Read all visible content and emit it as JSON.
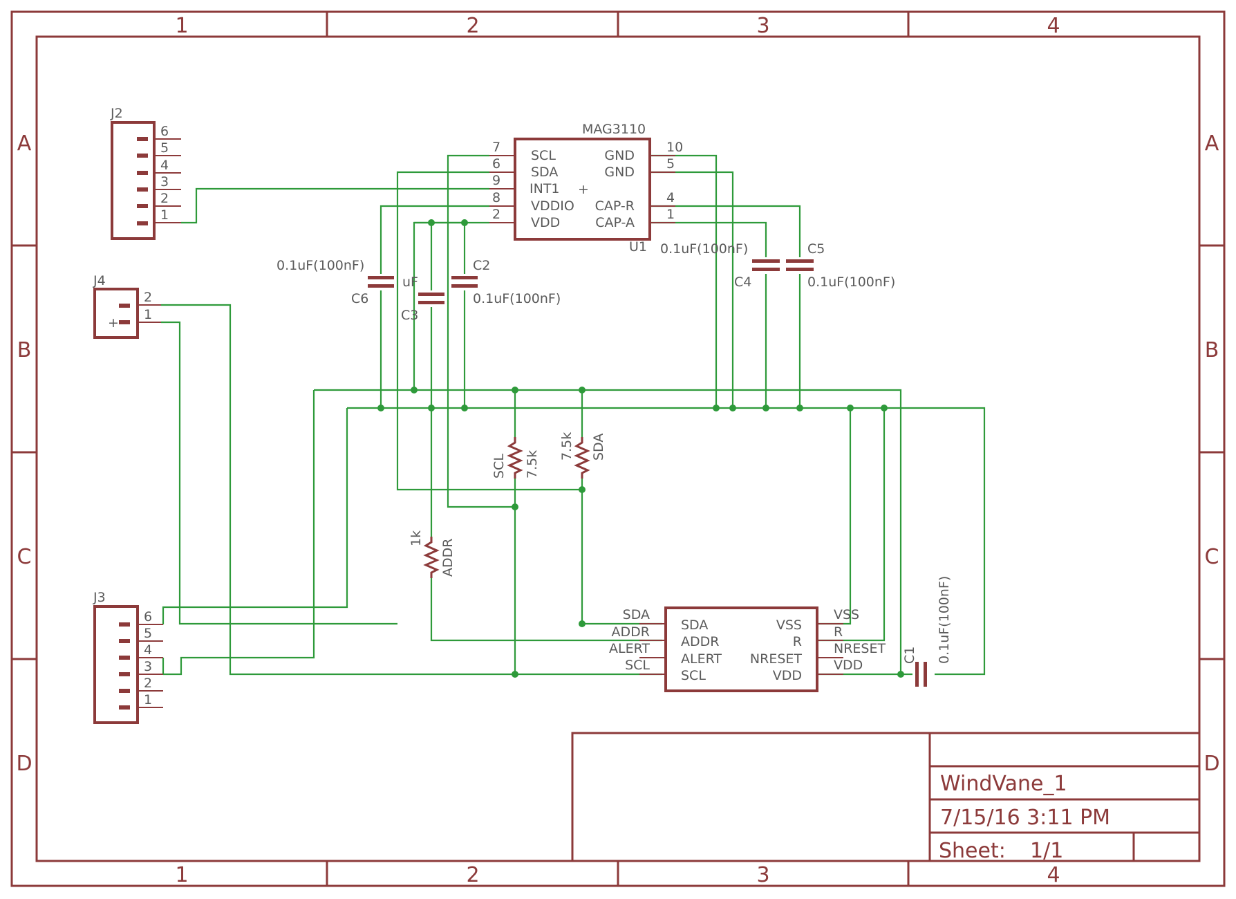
{
  "zones": {
    "columns": [
      "1",
      "2",
      "3",
      "4"
    ],
    "rows": [
      "A",
      "B",
      "C",
      "D"
    ]
  },
  "title_block": {
    "title": "WindVane_1",
    "date": "7/15/16 3:11 PM",
    "sheet_label": "Sheet:",
    "sheet_value": "1/1"
  },
  "parts": {
    "j2": {
      "name": "J2",
      "pins": [
        "6",
        "5",
        "4",
        "3",
        "2",
        "1"
      ]
    },
    "j4": {
      "name": "J4",
      "pins": [
        "2",
        "1"
      ],
      "plus": "+"
    },
    "j3": {
      "name": "J3",
      "pins": [
        "6",
        "5",
        "4",
        "3",
        "2",
        "1"
      ]
    },
    "u1": {
      "value": "MAG3110",
      "name": "U1",
      "left_pins": [
        {
          "num": "7",
          "label": "SCL"
        },
        {
          "num": "6",
          "label": "SDA"
        },
        {
          "num": "9",
          "label": "INT1"
        },
        {
          "num": "8",
          "label": "VDDIO"
        },
        {
          "num": "2",
          "label": "VDD"
        }
      ],
      "right_pins": [
        {
          "num": "10",
          "label": "GND"
        },
        {
          "num": "5",
          "label": "GND"
        },
        {
          "num": "4",
          "label": "CAP-R"
        },
        {
          "num": "1",
          "label": "CAP-A"
        }
      ],
      "origin": "+"
    },
    "u2": {
      "left_pins": [
        {
          "net": "SDA",
          "label": "SDA"
        },
        {
          "net": "ADDR",
          "label": "ADDR"
        },
        {
          "net": "ALERT",
          "label": "ALERT"
        },
        {
          "net": "SCL",
          "label": "SCL"
        }
      ],
      "right_pins": [
        {
          "net": "VSS",
          "label": "VSS"
        },
        {
          "net": "R",
          "label": "R"
        },
        {
          "net": "NRESET",
          "label": "NRESET"
        },
        {
          "net": "VDD",
          "label": "VDD"
        }
      ]
    },
    "c6": {
      "name": "C6",
      "value": "0.1uF(100nF)",
      "value_tail": "uF"
    },
    "c3": {
      "name": "C3"
    },
    "c2": {
      "name": "C2",
      "value": "0.1uF(100nF)"
    },
    "c4": {
      "name": "C4",
      "value": "0.1uF(100nF)"
    },
    "c5": {
      "name": "C5",
      "value": "0.1uF(100nF)"
    },
    "c1": {
      "name": "C1",
      "value": "0.1uF(100nF)"
    },
    "r_scl": {
      "name": "SCL",
      "value": "7.5k"
    },
    "r_sda": {
      "name": "SDA",
      "value": "7.5k"
    },
    "r_addr": {
      "name": "ADDR",
      "value": "1k"
    }
  }
}
